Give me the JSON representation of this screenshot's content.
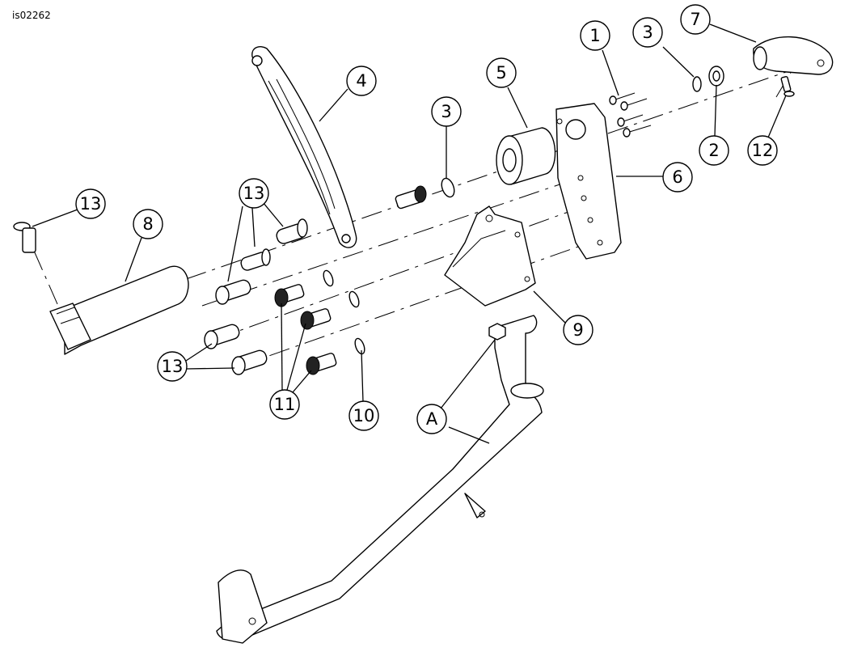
{
  "figure_id": "is02262",
  "callouts": [
    {
      "id": "c1",
      "label": "1"
    },
    {
      "id": "c2",
      "label": "2"
    },
    {
      "id": "c3a",
      "label": "3"
    },
    {
      "id": "c3b",
      "label": "3"
    },
    {
      "id": "c4",
      "label": "4"
    },
    {
      "id": "c5",
      "label": "5"
    },
    {
      "id": "c6",
      "label": "6"
    },
    {
      "id": "c7",
      "label": "7"
    },
    {
      "id": "c8",
      "label": "8"
    },
    {
      "id": "c9",
      "label": "9"
    },
    {
      "id": "c10",
      "label": "10"
    },
    {
      "id": "c11",
      "label": "11"
    },
    {
      "id": "c12",
      "label": "12"
    },
    {
      "id": "c13a",
      "label": "13"
    },
    {
      "id": "c13b",
      "label": "13"
    },
    {
      "id": "c13c",
      "label": "13"
    },
    {
      "id": "cA",
      "label": "A"
    }
  ]
}
